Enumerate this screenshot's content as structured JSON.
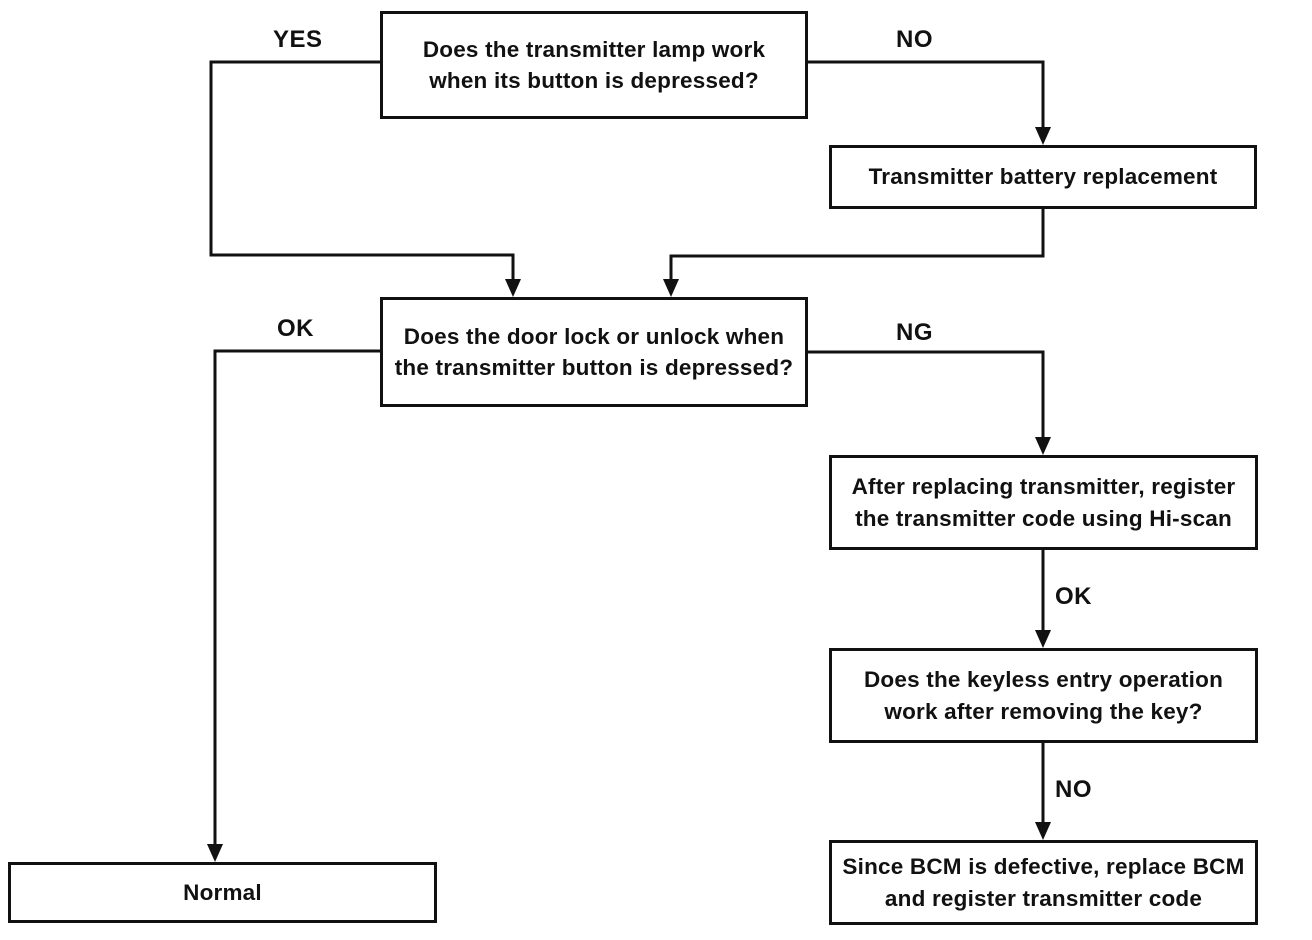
{
  "flowchart": {
    "subject": "Keyless entry transmitter troubleshooting flowchart",
    "colors": {
      "ink": "#111111",
      "background": "#ffffff"
    },
    "nodes": {
      "q_lamp": {
        "text": "Does the transmitter lamp work\nwhen its button is depressed?"
      },
      "battery": {
        "text": "Transmitter battery replacement"
      },
      "q_doorlock": {
        "text": "Does the door lock or unlock when\nthe transmitter button is depressed?"
      },
      "hiscan": {
        "text": "After replacing transmitter, register\nthe transmitter code using Hi-scan"
      },
      "q_keyless": {
        "text": "Does the keyless entry operation\nwork after removing the key?"
      },
      "bcm": {
        "text": "Since BCM is defective, replace BCM\nand register transmitter code"
      },
      "normal": {
        "text": "Normal"
      }
    },
    "edge_labels": {
      "yes": "YES",
      "no_top": "NO",
      "ok_left": "OK",
      "ng": "NG",
      "ok_mid": "OK",
      "no_bottom": "NO"
    }
  }
}
